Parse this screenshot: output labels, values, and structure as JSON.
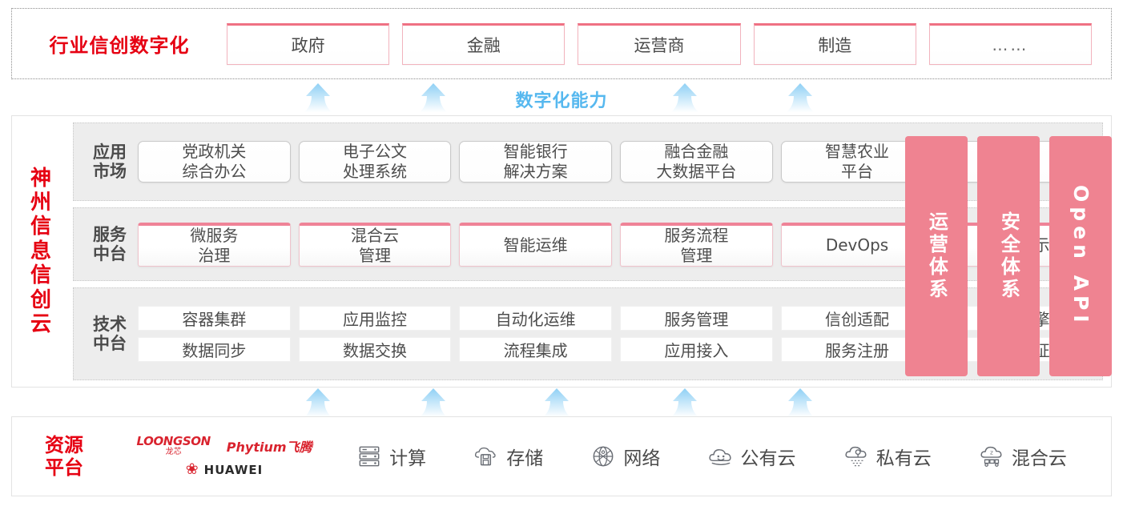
{
  "industry": {
    "title": "行业信创数字化",
    "boxes": [
      {
        "label": "政府"
      },
      {
        "label": "金融"
      },
      {
        "label": "运营商"
      },
      {
        "label": "制造"
      },
      {
        "label": "……"
      }
    ]
  },
  "capability_label": "数字化能力",
  "cloud": {
    "title_chars": [
      "神",
      "州",
      "信",
      "息",
      "信",
      "创",
      "云"
    ],
    "layers": [
      {
        "label_lines": [
          "应用",
          "市场"
        ],
        "cards": [
          "党政机关\n综合办公",
          "电子公文\n处理系统",
          "智能银行\n解决方案",
          "融合金融\n大数据平台",
          "智慧农业\n平台",
          "……"
        ]
      },
      {
        "label_lines": [
          "服务",
          "中台"
        ],
        "cards": [
          "微服务\n治理",
          "混合云\n管理",
          "智能运维",
          "服务流程\n管理",
          "DevOps",
          "大屏展示"
        ]
      },
      {
        "label_lines": [
          "技术",
          "中台"
        ],
        "rows": [
          [
            "容器集群",
            "应用监控",
            "自动化运维",
            "服务管理",
            "信创适配",
            "流程引擎"
          ],
          [
            "数据同步",
            "数据交换",
            "流程集成",
            "应用接入",
            "服务注册",
            "统一认证"
          ]
        ]
      }
    ],
    "pillars": [
      {
        "label": "运营体系",
        "orientation": "vertical-cjk"
      },
      {
        "label": "安全体系",
        "orientation": "vertical-cjk"
      },
      {
        "label": "Open API",
        "orientation": "vertical-latin"
      }
    ]
  },
  "resource": {
    "title_lines": [
      "资源",
      "平台"
    ],
    "vendors": [
      {
        "name": "LOONGSON",
        "name_cn": "龙芯",
        "icon": "loongson-logo"
      },
      {
        "name": "Phytium飞腾",
        "icon": "phytium-logo"
      },
      {
        "name": "HUAWEI",
        "icon": "huawei-logo"
      }
    ],
    "items": [
      {
        "label": "计算",
        "icon": "server-icon"
      },
      {
        "label": "存储",
        "icon": "cloud-storage-icon"
      },
      {
        "label": "网络",
        "icon": "network-icon"
      },
      {
        "label": "公有云",
        "icon": "public-cloud-icon"
      },
      {
        "label": "私有云",
        "icon": "private-cloud-icon"
      },
      {
        "label": "混合云",
        "icon": "hybrid-cloud-icon"
      }
    ]
  },
  "colors": {
    "brand_red": "#e60012",
    "pillar_pink": "#ef8391",
    "accent_blue": "#56b8ef",
    "panel_gray": "#ededed"
  }
}
